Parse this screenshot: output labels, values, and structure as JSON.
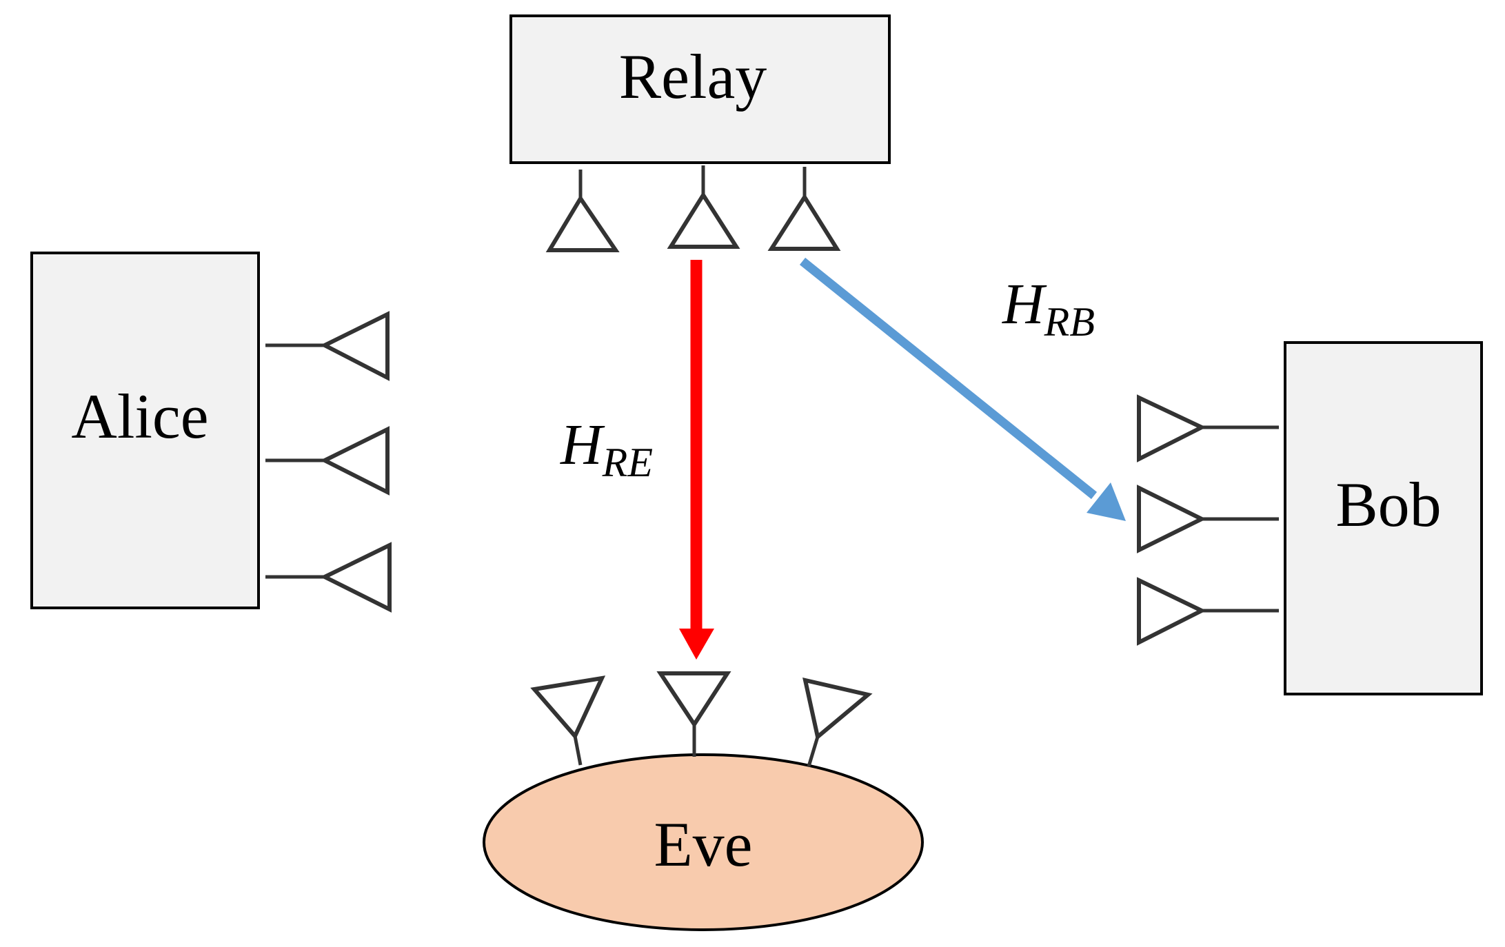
{
  "nodes": {
    "relay": {
      "label": "Relay"
    },
    "alice": {
      "label": "Alice"
    },
    "bob": {
      "label": "Bob"
    },
    "eve": {
      "label": "Eve"
    }
  },
  "channels": {
    "relay_to_eve": {
      "symbol": "H",
      "subscript": "RE",
      "color": "#ff0000"
    },
    "relay_to_bob": {
      "symbol": "H",
      "subscript": "RB",
      "color": "#5b9bd5"
    }
  },
  "colors": {
    "box_fill": "#f2f2f2",
    "eve_fill": "#f8cbad"
  }
}
